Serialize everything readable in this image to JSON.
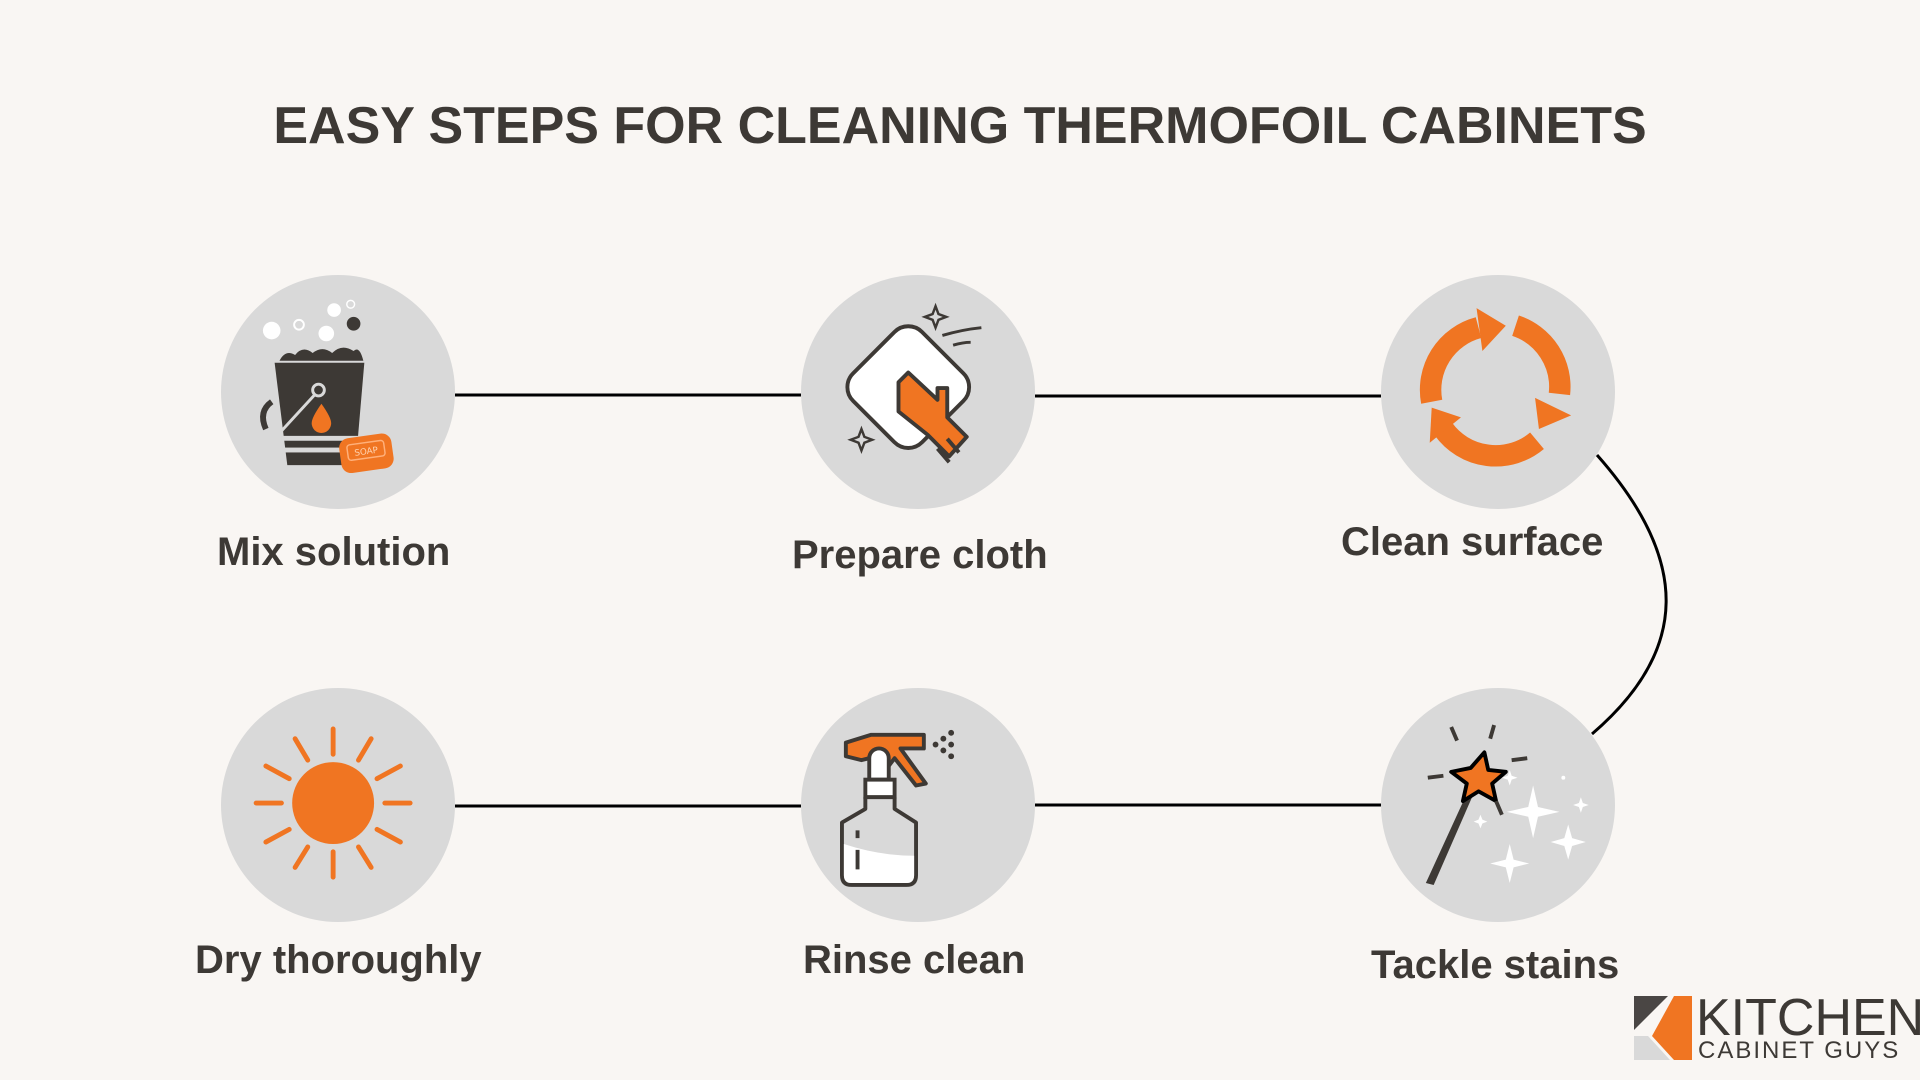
{
  "title": "EASY STEPS FOR CLEANING THERMOFOIL CABINETS",
  "colors": {
    "background": "#f9f6f3",
    "circle": "#d9d9d9",
    "text": "#3d3935",
    "accent": "#f07522",
    "connector": "#000000"
  },
  "steps": [
    {
      "order": 1,
      "label": "Mix solution",
      "icon": "bucket-soap-icon"
    },
    {
      "order": 2,
      "label": "Prepare cloth",
      "icon": "glove-cloth-icon"
    },
    {
      "order": 3,
      "label": "Clean surface",
      "icon": "cycle-arrows-icon"
    },
    {
      "order": 4,
      "label": "Tackle stains",
      "icon": "magic-wand-icon"
    },
    {
      "order": 5,
      "label": "Rinse clean",
      "icon": "spray-bottle-icon"
    },
    {
      "order": 6,
      "label": "Dry thoroughly",
      "icon": "sun-icon"
    }
  ],
  "icon_text": {
    "soap": "SOAP"
  },
  "logo": {
    "line1": "KITCHEN",
    "line2": "CABINET GUYS"
  }
}
